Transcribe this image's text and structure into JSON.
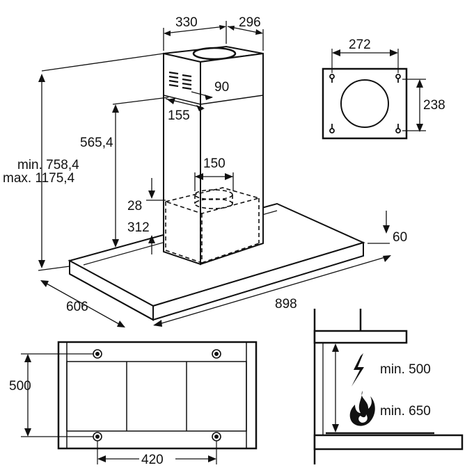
{
  "labels": {
    "chimney_width": "330",
    "chimney_depth": "296",
    "upper_vent_offset": "90",
    "upper_vent_depth": "155",
    "chimney_drop": "565,4",
    "total_height_min": "min. 758,4",
    "total_height_max": "max. 1175,4",
    "duct_diameter": "150",
    "motor_top_gap": "28",
    "motor_height": "312",
    "canopy_thickness": "60",
    "canopy_depth": "606",
    "canopy_width": "898",
    "bracket_width": "272",
    "bracket_height": "238",
    "mount_depth": "500",
    "mount_width": "420",
    "clearance_electric": "min. 500",
    "clearance_gas": "min. 650"
  },
  "icons": {
    "electric": "lightning-bolt",
    "gas": "flame"
  },
  "colors": {
    "line": "#111111",
    "hood_body": "#ffffff",
    "background": "#ffffff"
  }
}
